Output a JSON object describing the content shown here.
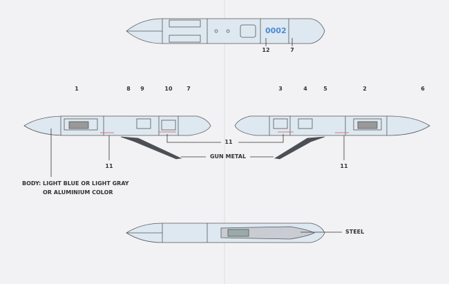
{
  "colors": {
    "body": "#dde8f1",
    "outline": "#555555",
    "serial": "#4a8ad8",
    "accent_red": "#d9534f",
    "gun_metal": "#4a4f55"
  },
  "top_view": {
    "serial": "0002",
    "callouts": [
      "12",
      "7"
    ]
  },
  "left_view": {
    "callouts": [
      "1",
      "8",
      "9",
      "10",
      "7"
    ],
    "lower_callout": "11"
  },
  "right_view": {
    "callouts": [
      "3",
      "4",
      "5",
      "2",
      "6"
    ],
    "lower_callout": "11"
  },
  "shared_callout": "11",
  "gun_metal_label": "GUN METAL",
  "body_label_line1": "BODY: LIGHT BLUE OR LIGHT GRAY",
  "body_label_line2": "OR ALUMINIUM COLOR",
  "steel_label": "STEEL"
}
